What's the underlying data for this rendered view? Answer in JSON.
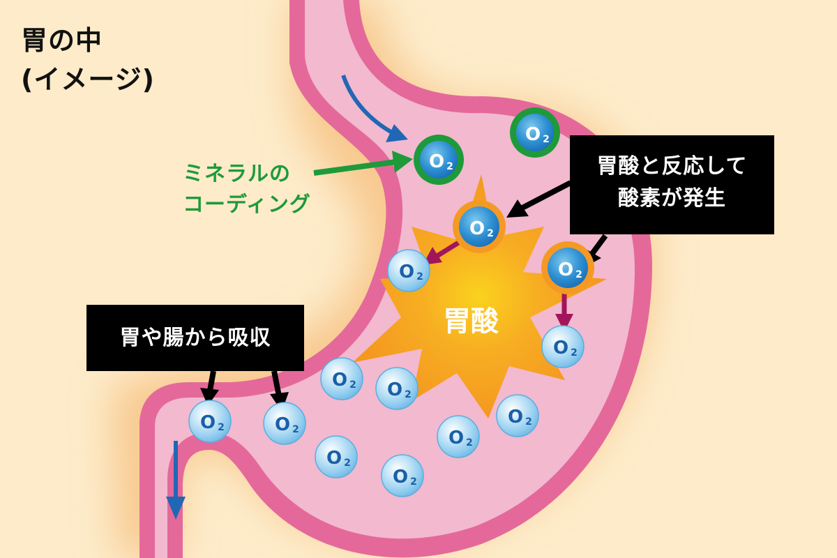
{
  "title": {
    "line1": "胃の中",
    "line2": "(イメージ)"
  },
  "labels": {
    "stomach_acid": "胃酸",
    "mineral_coating_line1": "ミネラルの",
    "mineral_coating_line2": "コーディング",
    "reaction_line1": "胃酸と反応して",
    "reaction_line2": "酸素が発生",
    "absorption": "胃や腸から吸収"
  },
  "molecule": {
    "symbol": "O",
    "subscript": "2"
  },
  "colors": {
    "background": "#fdebc9",
    "stomach_wall": "#e4699a",
    "stomach_inner": "#f2b9cf",
    "burst": "#f6a020",
    "mineral_green": "#1e9a3b",
    "reacting_orange": "#f49a24",
    "oxygen_blue": "#7cc3ec",
    "flow_arrow_blue": "#2167b5",
    "reaction_arrow": "#a3155a"
  }
}
